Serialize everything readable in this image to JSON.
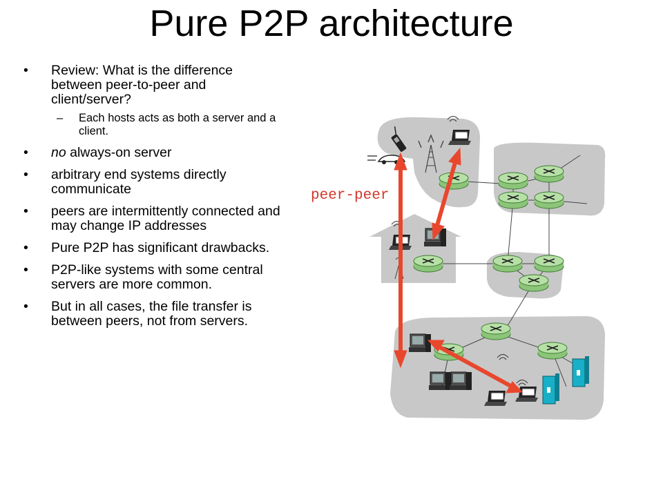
{
  "slide": {
    "title": "Pure P2P architecture",
    "bullets": [
      {
        "text": "Review: What is the difference between peer-to-peer and client/server?",
        "sub": "Each hosts acts as both a server and a client."
      },
      {
        "em": "no",
        "text": " always-on server"
      },
      {
        "text": "arbitrary end systems directly communicate"
      },
      {
        "text": "peers are intermittently connected and may change IP addresses"
      },
      {
        "text": "Pure P2P has significant drawbacks."
      },
      {
        "text": "P2P-like systems with some central servers are more common."
      },
      {
        "text": "But in all cases, the file transfer is between peers, not from servers."
      }
    ],
    "bullet_symbol": "•",
    "sub_symbol": "–"
  },
  "diagram": {
    "label": "peer-peer",
    "colors": {
      "arrow": "#e8472d",
      "cloud": "#c8c8c8",
      "router_fill": "#b6e0a6",
      "router_stroke": "#3d7a33",
      "server": "#17b0c8",
      "label": "#d0382a"
    },
    "icons": [
      "router-icon",
      "desktop-pc-icon",
      "laptop-icon",
      "cell-phone-icon",
      "car-icon",
      "cell-tower-icon",
      "server-icon",
      "home-house-icon"
    ]
  }
}
